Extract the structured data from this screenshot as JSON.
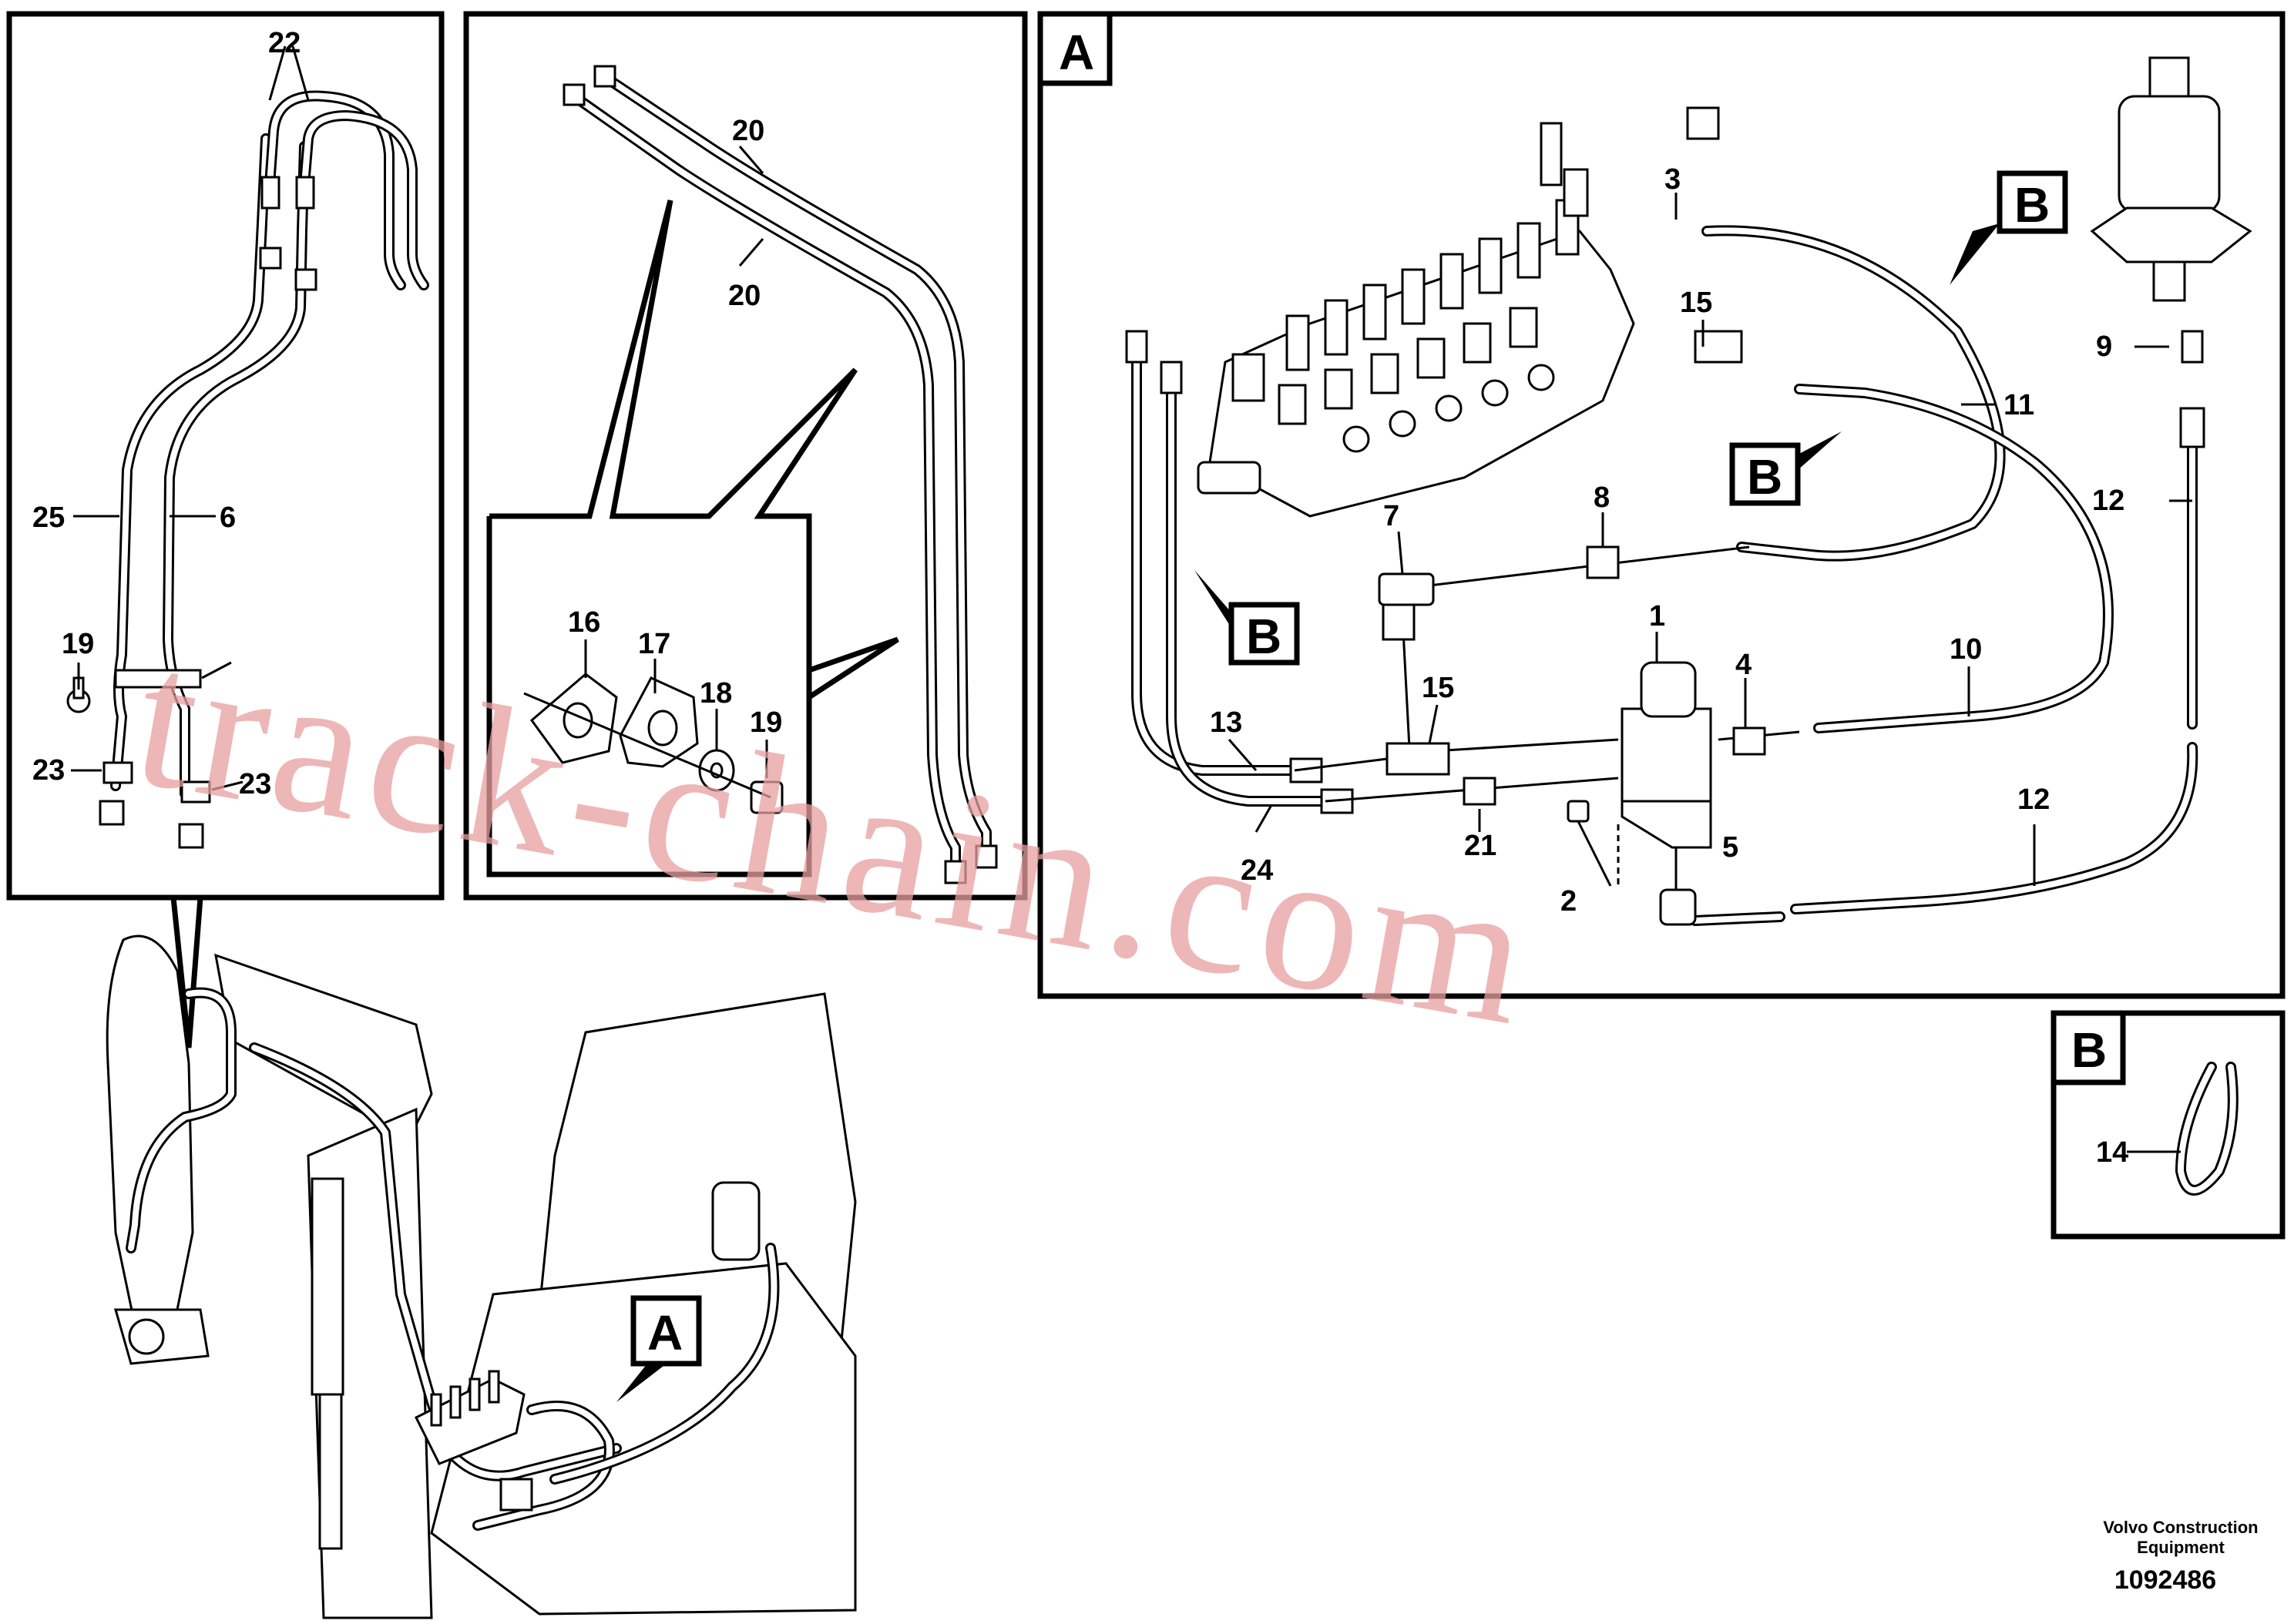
{
  "panels": {
    "detail_a_letter": "A",
    "detail_b_letter": "B",
    "overview_a_letter": "A",
    "b_callouts": [
      "B",
      "B",
      "B"
    ]
  },
  "part_labels": {
    "p1": "1",
    "p2": "2",
    "p3": "3",
    "p4": "4",
    "p5": "5",
    "p6": "6",
    "p7": "7",
    "p8": "8",
    "p9": "9",
    "p10": "10",
    "p11": "11",
    "p12a": "12",
    "p12b": "12",
    "p13": "13",
    "p14": "14",
    "p15a": "15",
    "p15b": "15",
    "p16": "16",
    "p17": "17",
    "p18": "18",
    "p19a": "19",
    "p19b": "19",
    "p20a": "20",
    "p20b": "20",
    "p21": "21",
    "p22": "22",
    "p23a": "23",
    "p23b": "23",
    "p24": "24",
    "p25": "25"
  },
  "watermark": "track-chain.com",
  "footer": {
    "line1": "Volvo Construction",
    "line2": "Equipment",
    "drawing_number": "1092486"
  }
}
